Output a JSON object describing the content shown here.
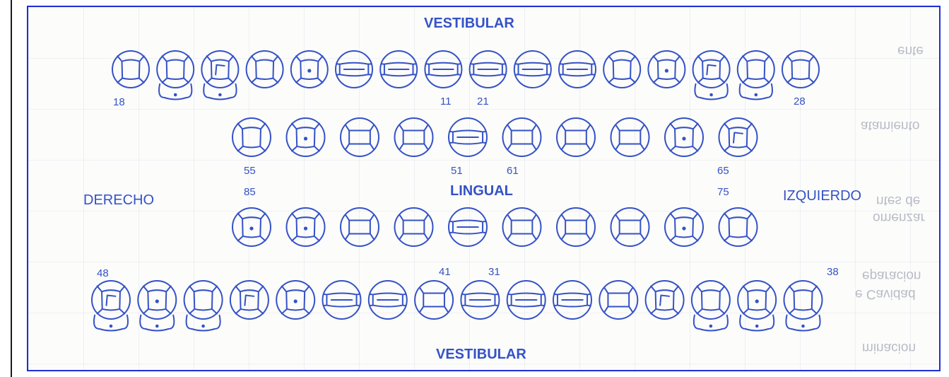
{
  "headings": {
    "top": "VESTIBULAR",
    "middle": "LINGUAL",
    "bottom": "VESTIBULAR",
    "left_side": "DERECHO",
    "right_side": "IZQUIERDO"
  },
  "tooth_numbers": {
    "upper_right_end": "18",
    "upper_center_right": "11",
    "upper_center_left": "21",
    "upper_left_end": "28",
    "deciduous_upper_right": "55",
    "deciduous_upper_center_right": "51",
    "deciduous_upper_center_left": "61",
    "deciduous_upper_left": "65",
    "deciduous_lower_right": "85",
    "deciduous_lower_left": "75",
    "lower_right_end": "48",
    "lower_center_right": "41",
    "lower_center_left": "31",
    "lower_left_end": "38"
  },
  "background_text": {
    "line1": "ente",
    "line2": "atamiento",
    "line3": "ntes de",
    "line4": "omenzar",
    "line5": "eparacion",
    "line6": "e Cavidad",
    "line7": "minacion"
  },
  "colors": {
    "ink": "#3552c6",
    "frame": "#1f2fd6",
    "bg_text": "#b9bcc6"
  }
}
